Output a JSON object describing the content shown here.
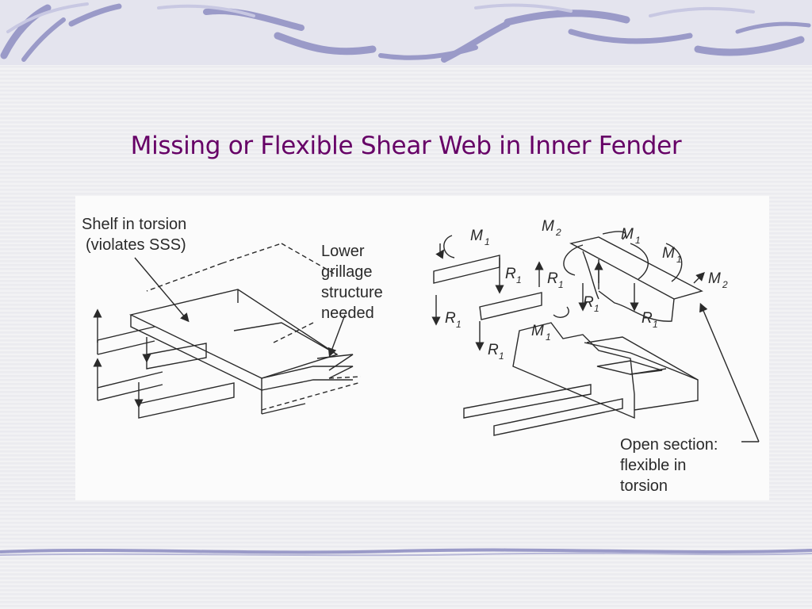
{
  "slide": {
    "title": "Missing or Flexible Shear Web in Inner Fender"
  },
  "figure": {
    "left_labels": {
      "shelf_line1": "Shelf in torsion",
      "shelf_line2": "(violates SSS)",
      "lower_line1": "Lower",
      "lower_line2": "grillage",
      "lower_line3": "structure",
      "lower_line4": "needed"
    },
    "right_labels": {
      "m1": "M",
      "m1_sub": "1",
      "m2": "M",
      "m2_sub": "2",
      "r1": "R",
      "r1_sub": "1",
      "open_line1": "Open section:",
      "open_line2": "flexible in",
      "open_line3": "torsion"
    }
  },
  "colors": {
    "title": "#660066",
    "accent_swirl": "#9a9ac8",
    "ink": "#2a2a2a"
  }
}
